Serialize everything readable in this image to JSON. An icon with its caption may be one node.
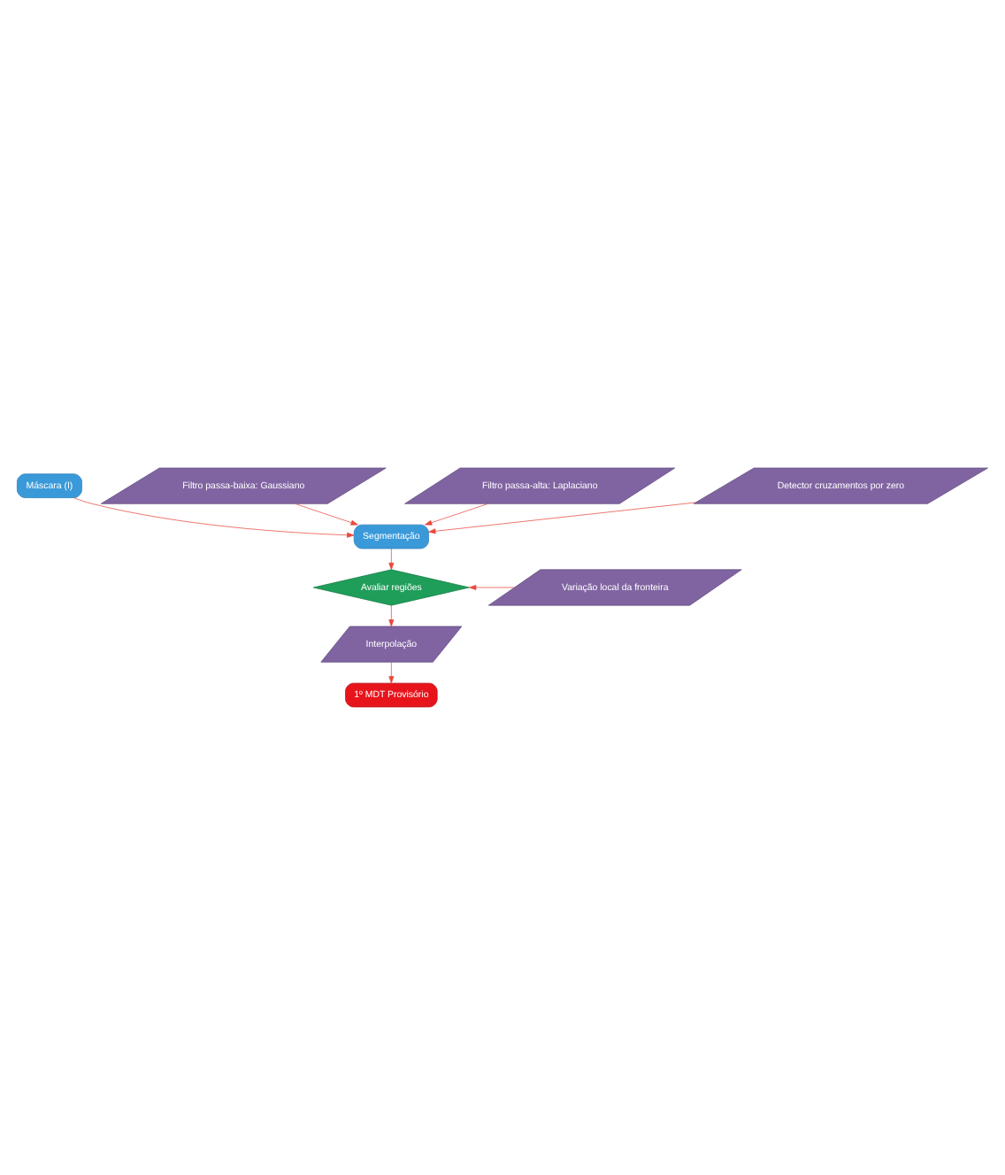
{
  "diagram": {
    "nodes": [
      {
        "text": [
          "Máscara (I)"
        ]
      },
      {
        "text": [
          "Filtro passa-baixa: Gaussiano"
        ]
      },
      {
        "text": [
          "Filtro passa-alta: Laplaciano"
        ]
      },
      {
        "text": [
          "Detector cruzamentos por zero"
        ]
      },
      {
        "text": [
          "Segmentação"
        ]
      },
      {
        "text": [
          "Avaliar regiões"
        ]
      },
      {
        "text": [
          "Variação local da fronteira"
        ]
      },
      {
        "text": [
          "Interpolação"
        ]
      },
      {
        "text": [
          "1º MDT Provisório"
        ]
      }
    ],
    "edges": [
      {
        "from": 0,
        "to": 4,
        "arrow": "to"
      },
      {
        "from": 1,
        "to": 4,
        "arrow": "to"
      },
      {
        "from": 2,
        "to": 4,
        "arrow": "to"
      },
      {
        "from": 3,
        "to": 4,
        "arrow": "to"
      },
      {
        "from": 4,
        "to": 5,
        "arrow": "to"
      },
      {
        "from": 6,
        "to": 5,
        "arrow": "to"
      },
      {
        "from": 5,
        "to": 7,
        "arrow": "to"
      },
      {
        "from": 7,
        "to": 8,
        "arrow": "to"
      }
    ]
  }
}
